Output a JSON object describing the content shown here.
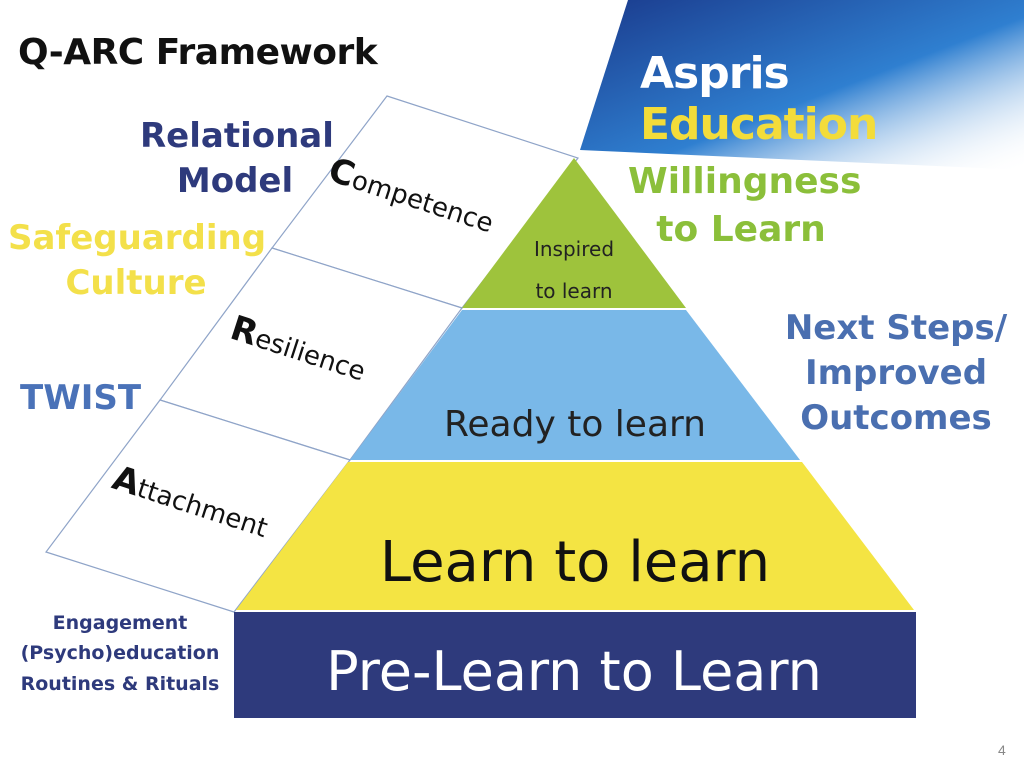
{
  "title": "Q-ARC Framework",
  "logo": {
    "word1": "Aspris",
    "word2": "Education"
  },
  "left_labels": {
    "relational_1": "Relational",
    "relational_2": "Model",
    "safeguarding_1": "Safeguarding",
    "safeguarding_2": "Culture",
    "twist": "TWIST"
  },
  "right_labels": {
    "willingness_1": "Willingness",
    "willingness_2": "to Learn",
    "next_1": "Next Steps/",
    "next_2": "Improved",
    "next_3": "Outcomes"
  },
  "engagement": [
    "Engagement",
    "(Psycho)education",
    "Routines & Rituals"
  ],
  "staircase": [
    {
      "initial": "C",
      "rest": "ompetence"
    },
    {
      "initial": "R",
      "rest": "esilience"
    },
    {
      "initial": "A",
      "rest": "ttachment"
    }
  ],
  "pyramid": {
    "top_1": "Inspired",
    "top_2": "to learn",
    "middle": "Ready to learn",
    "lower": "Learn to learn",
    "base": "Pre-Learn to Learn"
  },
  "colors": {
    "top": "#9ec33c",
    "middle": "#79b8e8",
    "lower": "#f4e443",
    "base": "#2e3a7c",
    "banner": "#1f4fa0"
  },
  "page_number": "4"
}
